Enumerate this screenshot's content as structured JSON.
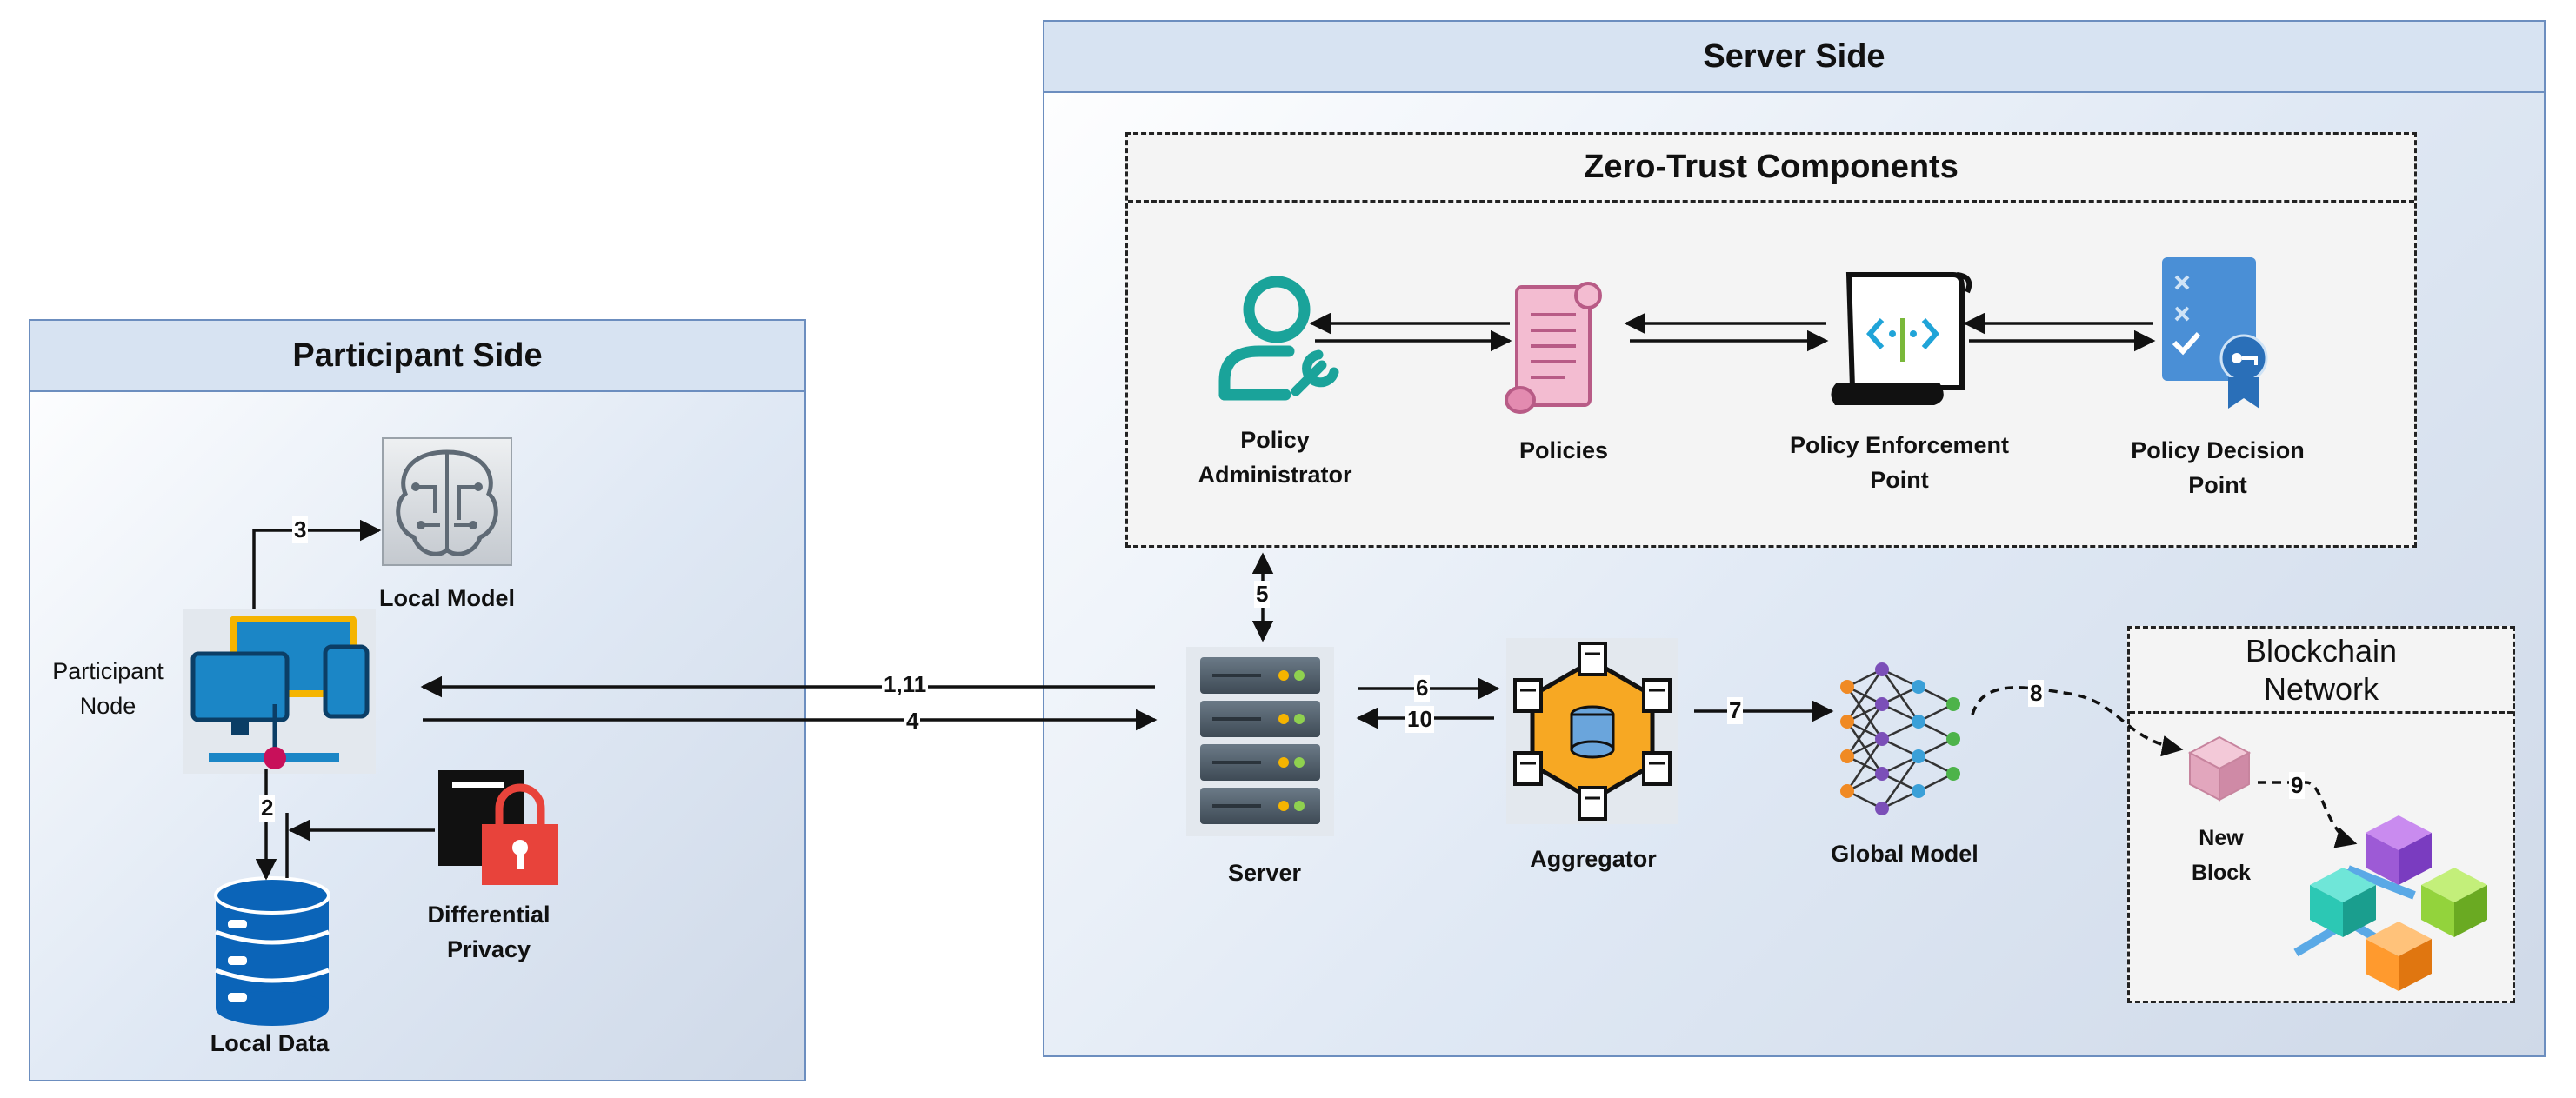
{
  "participant_side": {
    "title": "Participant Side",
    "local_model": "Local Model",
    "participant_node": "Participant\nNode",
    "differential_privacy": "Differential\nPrivacy",
    "local_data": "Local Data"
  },
  "server_side": {
    "title": "Server Side",
    "zero_trust": {
      "title": "Zero-Trust Components",
      "policy_administrator": "Policy\nAdministrator",
      "policies": "Policies",
      "policy_enforcement_point": "Policy Enforcement\nPoint",
      "policy_decision_point": "Policy Decision\nPoint"
    },
    "server": "Server",
    "aggregator": "Aggregator",
    "global_model": "Global Model",
    "blockchain": {
      "title": "Blockchain\nNetwork",
      "new_block": "New\nBlock"
    }
  },
  "edges": {
    "e1_11": "1,11",
    "e2": "2",
    "e3": "3",
    "e4": "4",
    "e5": "5",
    "e6": "6",
    "e7": "7",
    "e8": "8",
    "e9": "9",
    "e10": "10"
  },
  "colors": {
    "panel_border": "#6c8ebf",
    "teal": "#1aa39a",
    "policy_pink": "#e38bb0",
    "decision_blue": "#4a8fd6",
    "lock_red": "#e8433b",
    "database_blue": "#0b64b8"
  }
}
